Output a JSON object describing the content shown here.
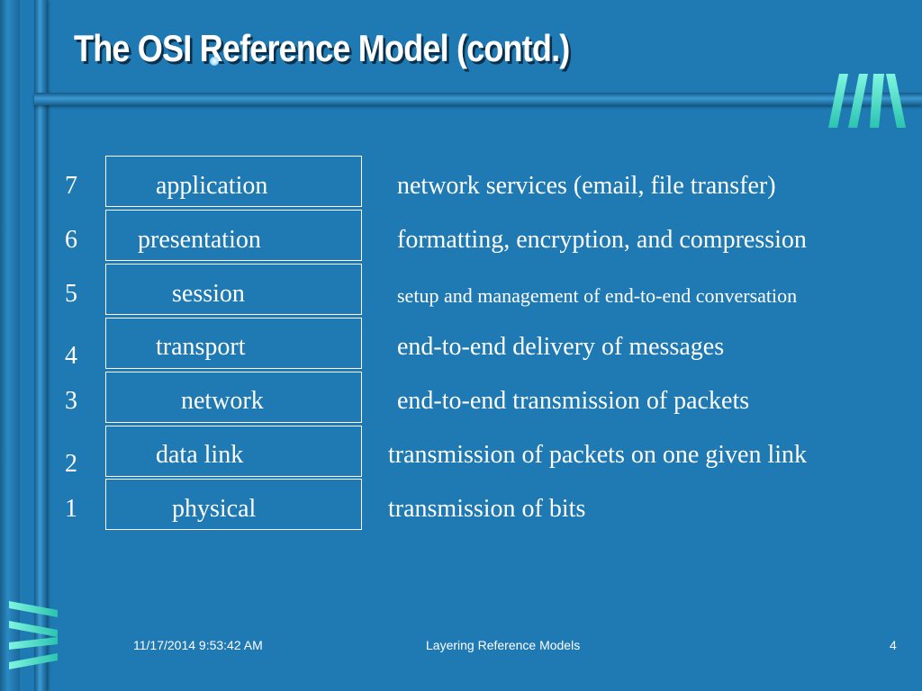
{
  "slide": {
    "title": "The OSI Reference Model (contd.)",
    "logo_icon": "striped-logo-icon",
    "accent_color": "#1f7ab4"
  },
  "layers": [
    {
      "number": "7",
      "name": "application",
      "description": "network services (email, file transfer)"
    },
    {
      "number": "6",
      "name": "presentation",
      "description": "formatting, encryption, and compression"
    },
    {
      "number": "5",
      "name": "session",
      "description": "setup and management of end-to-end conversation"
    },
    {
      "number": "4",
      "name": "transport",
      "description": "end-to-end delivery of messages"
    },
    {
      "number": "3",
      "name": "network",
      "description": "end-to-end transmission of packets"
    },
    {
      "number": "2",
      "name": "data link",
      "description": "transmission of packets on one given link"
    },
    {
      "number": "1",
      "name": "physical",
      "description": "transmission of bits"
    }
  ],
  "footer": {
    "date": "11/17/2014 9:53:42 AM",
    "center": "Layering Reference Models",
    "page": "4"
  }
}
